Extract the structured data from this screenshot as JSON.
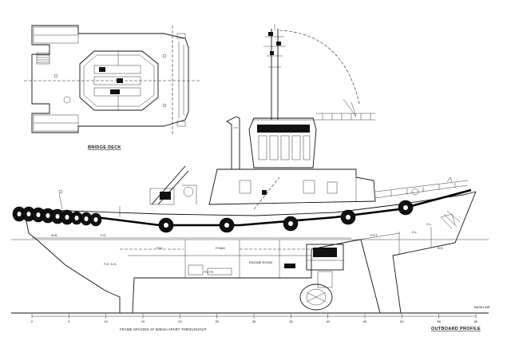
{
  "views": {
    "plan_title": "BRIDGE DECK",
    "profile_title": "OUTBOARD PROFILE"
  },
  "notes": {
    "frame_spacing": "FRAME SPACING AT 500mm APART THROUGHOUT",
    "baseline": "BASELINE"
  },
  "frame_ticks": [
    "0",
    "5",
    "10",
    "15",
    "20",
    "25",
    "30",
    "35",
    "40",
    "45",
    "50",
    "55",
    "60"
  ],
  "labels": {
    "wb": "W.B.",
    "fo": "F.O.",
    "fw": "F.W.",
    "fo_ds": "F.O. D.S.",
    "sl": "S.L.",
    "cl": "C.L.",
    "fpt": "F.P.T.",
    "fo_tank": "FO TK",
    "engine_room": "ENGINE ROOM",
    "foam": "FOAM",
    "bs": "B.S."
  },
  "colors": {
    "line": "#111111",
    "paper": "#ffffff"
  }
}
